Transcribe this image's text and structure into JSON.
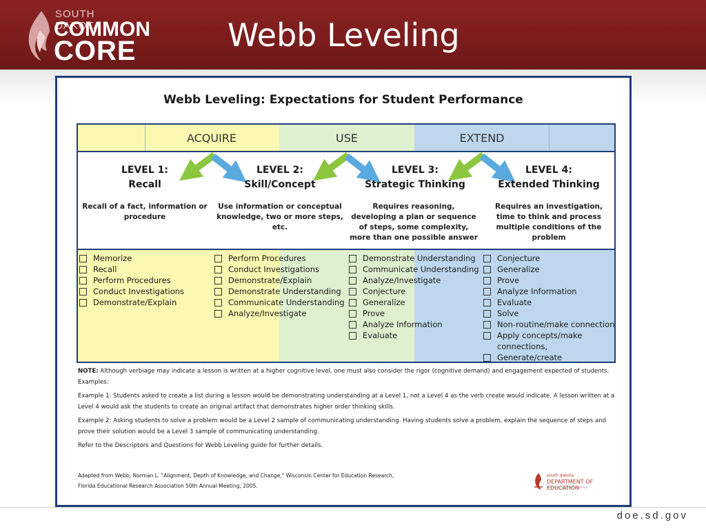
{
  "banner": {
    "logo_line1": "SOUTH DAKOTA",
    "logo_line2": "COMMON",
    "logo_line3": "CORE",
    "title": "Webb Leveling",
    "color": "#7a1c1c"
  },
  "document": {
    "title": "Webb Leveling:  Expectations for Student Performance",
    "bands": [
      "ACQUIRE",
      "USE",
      "EXTEND"
    ],
    "band_colors": [
      "#fbf8b2",
      "#dff0d0",
      "#bed7ee"
    ],
    "levels": [
      {
        "title": "LEVEL 1:",
        "subtitle": "Recall",
        "description": "Recall of a fact, information or procedure",
        "items": [
          "Memorize",
          "Recall",
          "Perform Procedures",
          "Conduct Investigations",
          "Demonstrate/Explain"
        ]
      },
      {
        "title": "LEVEL 2:",
        "subtitle": "Skill/Concept",
        "description": "Use information or conceptual knowledge, two or more steps, etc.",
        "items": [
          "Perform Procedures",
          "Conduct Investigations",
          "Demonstrate/Explain",
          "Demonstrate Understanding",
          "Communicate Understanding",
          "Analyze/Investigate"
        ]
      },
      {
        "title": "LEVEL 3:",
        "subtitle": "Strategic Thinking",
        "description": "Requires reasoning, developing a plan or sequence of steps, some complexity, more than one possible answer",
        "items": [
          "Demonstrate Understanding",
          "Communicate Understanding",
          "Analyze/Investigate",
          "Conjecture",
          "Generalize",
          "Prove",
          "Analyze Information",
          "Evaluate"
        ]
      },
      {
        "title": "LEVEL 4:",
        "subtitle": "Extended Thinking",
        "description": "Requires an investigation, time to think and process multiple conditions of the problem",
        "items": [
          "Conjecture",
          "Generalize",
          "Prove",
          "Analyze Information",
          "Evaluate",
          "Solve",
          "Non-routine/make connections",
          "Apply concepts/make connections,",
          "Generate/create"
        ]
      }
    ],
    "note_label": "NOTE:",
    "note_text": "Although verbiage may indicate a lesson is written at a higher cognitive level, one must also consider the rigor (cognitive demand) and engagement expected of students.  Examples:",
    "example1": "Example 1:  Students asked to create a list during a lesson would be demonstrating understanding at a Level 1, not a Level 4 as the verb create  would indicate.  A lesson written at a Level 4 would ask the students to create an original artifact that demonstrates higher order thinking skills.",
    "example2": "Example 2:  Asking students to solve a problem would be a Level 2 sample of communicating understanding.  Having students solve a problem, explain the sequence of steps and prove their solution would be a Level 3 sample of communicating understanding.",
    "refer": "Refer to the Descriptors and Questions for Webb Leveling guide for further details.",
    "citation_line1": "Adapted from Webb, Norman L. \"Alignment, Depth of Knowledge, and Change,\" Wisconsin Center for Education Research,",
    "citation_line2": "Florida Educational Research Association 50th Annual Meeting, 2005.",
    "doe_line1": "south dakota",
    "doe_line2": "DEPARTMENT OF EDUCATION",
    "doe_tagline": "Learning. Leadership. Service."
  },
  "footer": {
    "url": "doe.sd.gov"
  }
}
